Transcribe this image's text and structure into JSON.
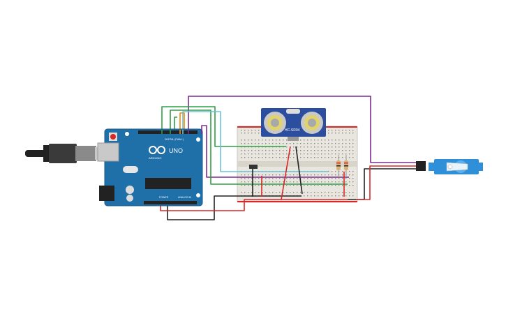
{
  "board": {
    "brand": "ARDUINO",
    "model": "UNO",
    "digital_label": "DIGITAL (PWM~)",
    "power_label": "POWER",
    "analog_label": "ANALOG IN"
  },
  "sensor": {
    "model": "HC-SR04"
  },
  "colors": {
    "wire_purple": "#7b2d8e",
    "wire_green": "#2ea043",
    "wire_red": "#d62828",
    "wire_black": "#222222",
    "wire_orange": "#f08c00",
    "wire_cyan": "#6cc2d8",
    "board_blue": "#1f6fa8",
    "sensor_blue": "#2b4f9e",
    "servo_blue": "#2f8fd8"
  }
}
